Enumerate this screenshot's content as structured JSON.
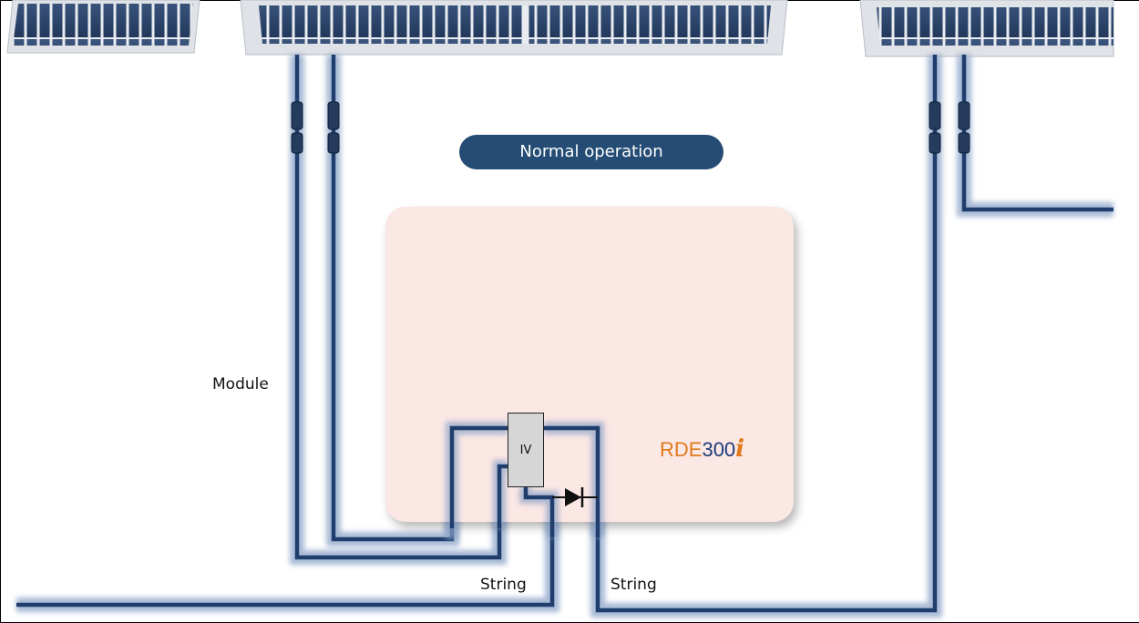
{
  "diagram": {
    "status_label": "Normal operation",
    "module_label": "Module",
    "string_label_left": "String",
    "string_label_right": "String",
    "iv_label": "IV",
    "brand": {
      "prefix": "RDE",
      "number": "300",
      "suffix": "i"
    }
  },
  "colors": {
    "wire": "#1f3e6e",
    "wire_glow": "#8aa2c8",
    "pill": "#244c74",
    "device_bg": "#fbe7e4",
    "brand_orange": "#e07a1c",
    "brand_blue": "#1b3b7a",
    "panel_cell": "#2e466e",
    "panel_frame": "#e4e6ea"
  }
}
